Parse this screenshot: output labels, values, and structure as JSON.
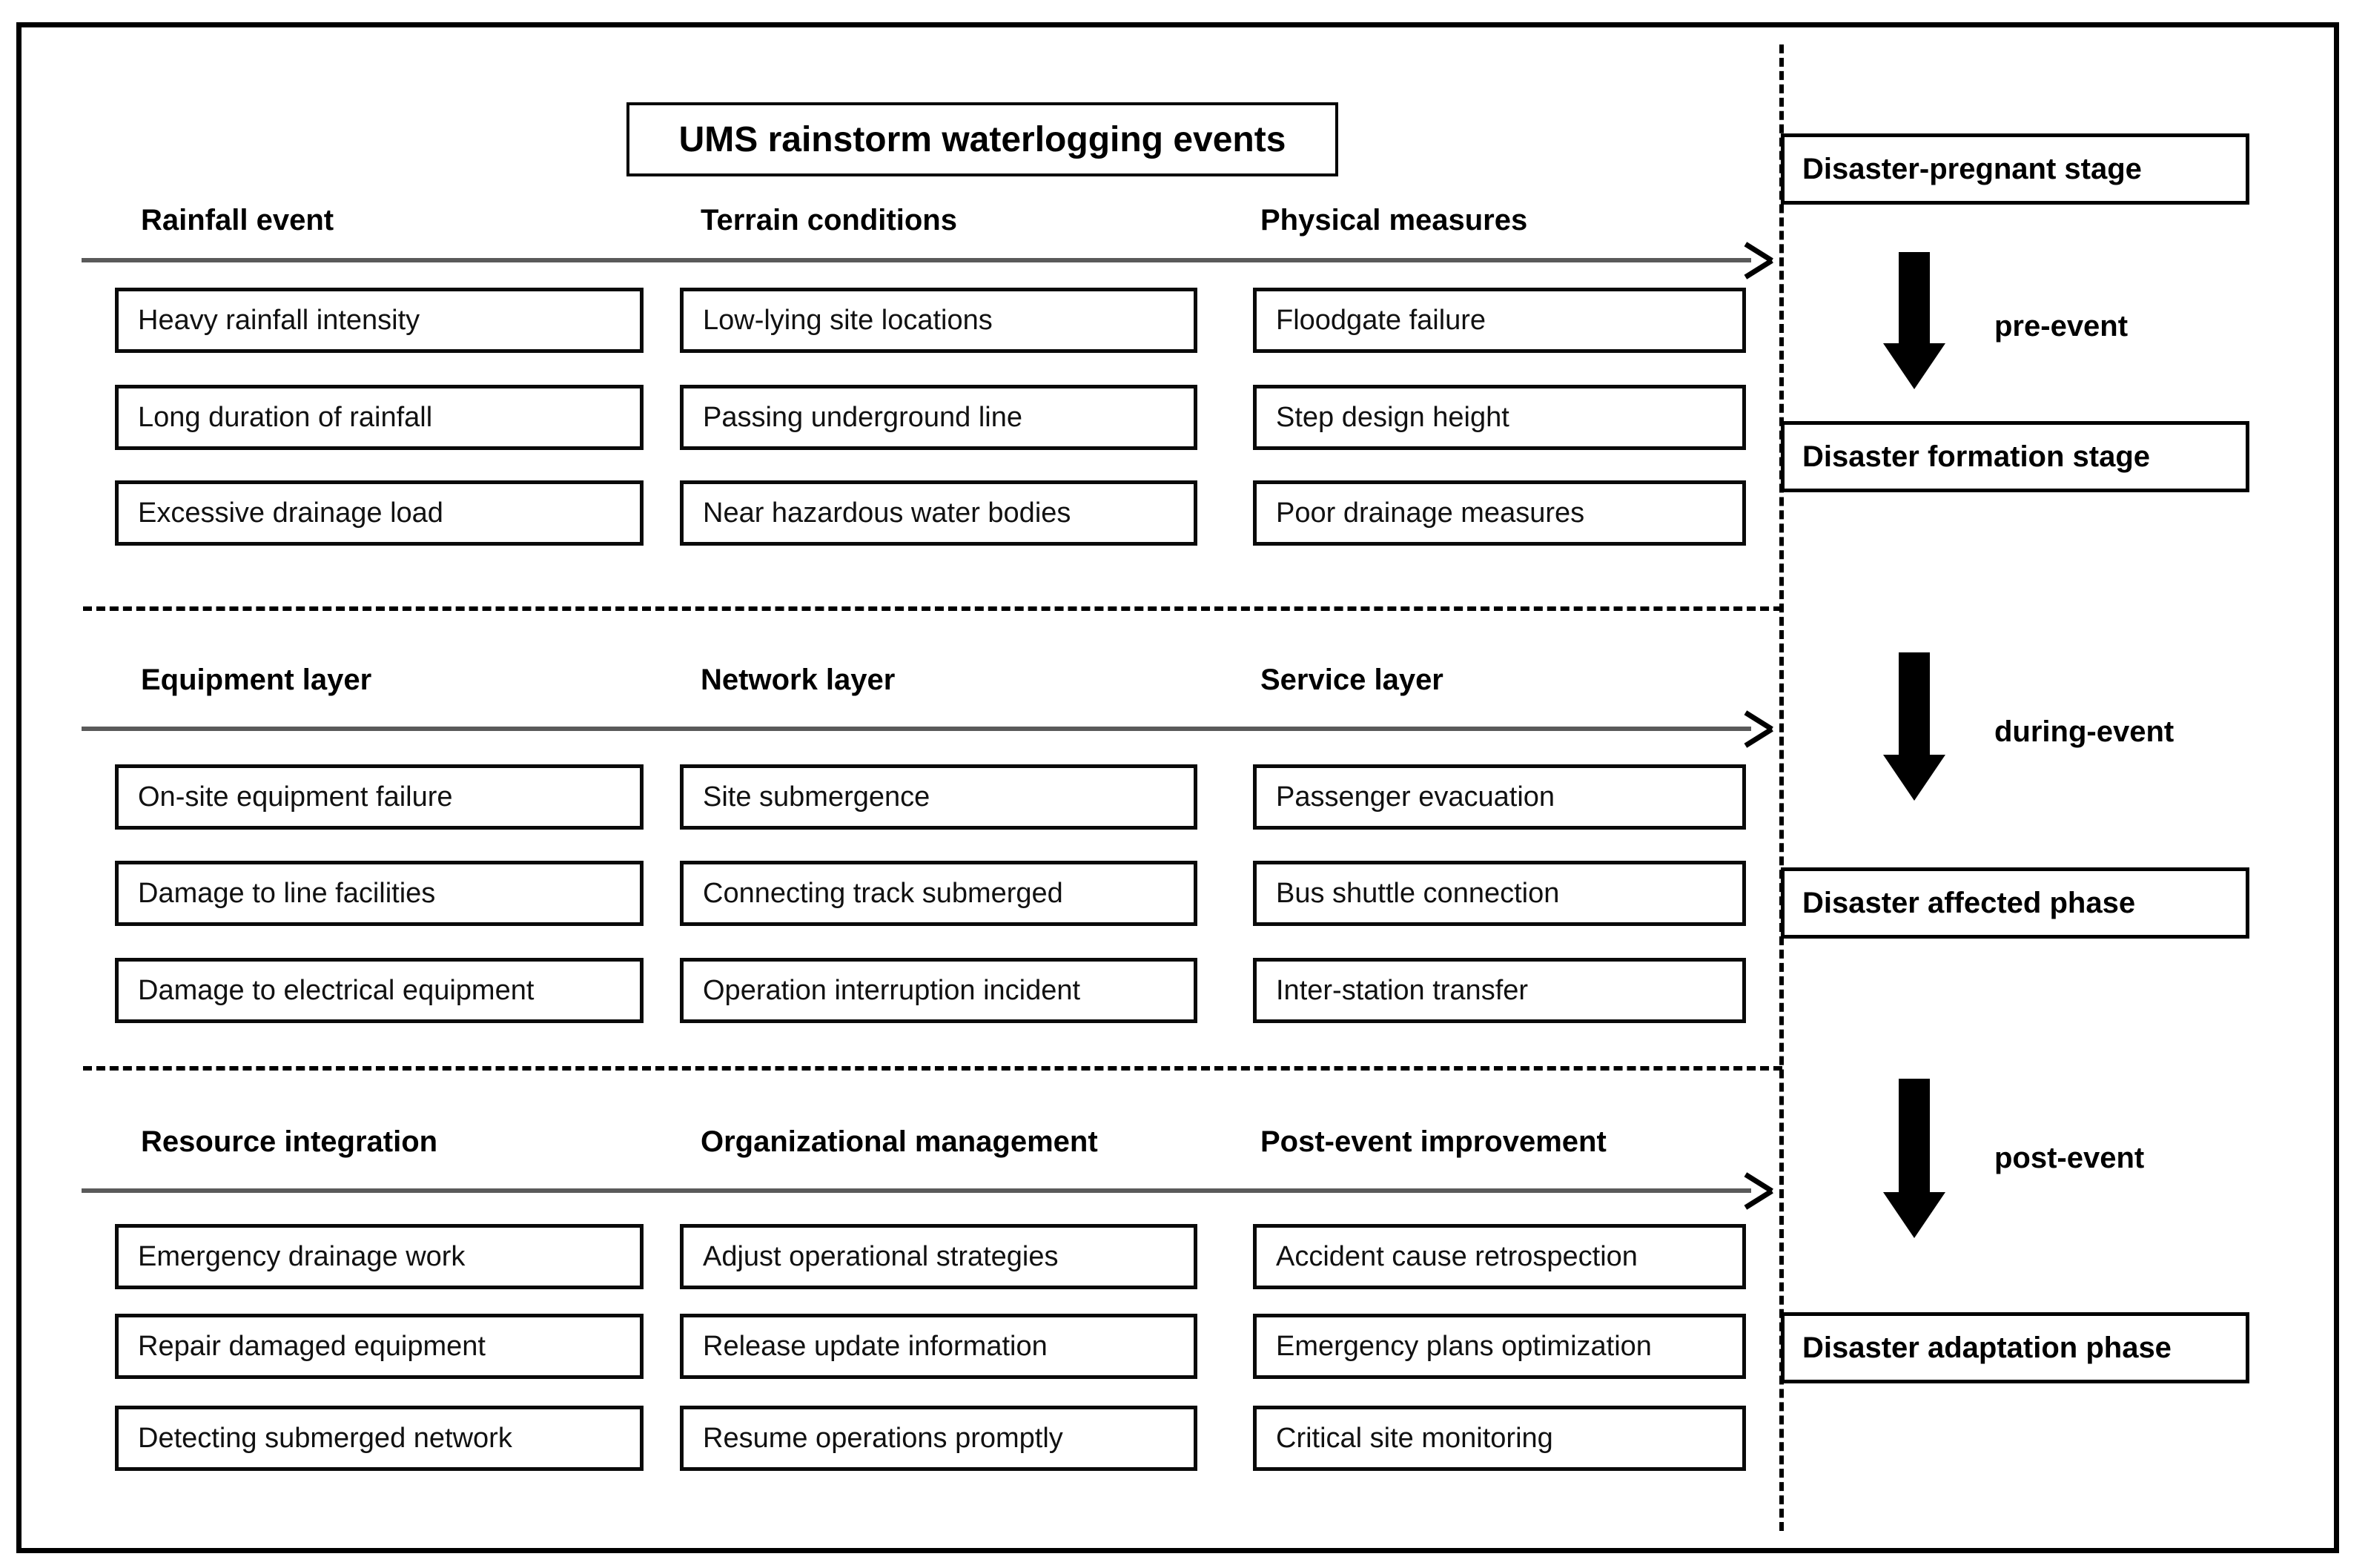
{
  "diagram": {
    "title": "UMS rainstorm waterlogging events",
    "sections": [
      {
        "id": "pre-event",
        "columns": [
          {
            "header": "Rainfall event",
            "items": [
              "Heavy rainfall intensity",
              "Long duration of rainfall",
              "Excessive drainage load"
            ]
          },
          {
            "header": "Terrain conditions",
            "items": [
              "Low-lying site locations",
              "Passing underground line",
              "Near hazardous water bodies"
            ]
          },
          {
            "header": "Physical measures",
            "items": [
              "Floodgate failure",
              "Step design height",
              "Poor drainage measures"
            ]
          }
        ]
      },
      {
        "id": "during-event",
        "columns": [
          {
            "header": "Equipment layer",
            "items": [
              "On-site equipment failure",
              "Damage to line facilities",
              "Damage to electrical equipment"
            ]
          },
          {
            "header": "Network layer",
            "items": [
              "Site submergence",
              "Connecting track submerged",
              "Operation interruption incident"
            ]
          },
          {
            "header": "Service layer",
            "items": [
              "Passenger evacuation",
              "Bus shuttle connection",
              "Inter-station transfer"
            ]
          }
        ]
      },
      {
        "id": "post-event",
        "columns": [
          {
            "header": "Resource integration",
            "items": [
              "Emergency drainage work",
              "Repair damaged equipment",
              "Detecting submerged network"
            ]
          },
          {
            "header": "Organizational management",
            "items": [
              "Adjust operational strategies",
              "Release update information",
              "Resume operations promptly"
            ]
          },
          {
            "header": "Post-event improvement",
            "items": [
              "Accident cause retrospection",
              "Emergency plans optimization",
              "Critical site monitoring"
            ]
          }
        ]
      }
    ],
    "timeline": {
      "stages": [
        "Disaster-pregnant stage",
        "Disaster formation stage",
        "Disaster affected phase",
        "Disaster adaptation phase"
      ],
      "phase_labels": [
        "pre-event",
        "during-event",
        "post-event"
      ]
    },
    "colors": {
      "frame": "#000000",
      "box_border": "#0a0a0a",
      "arrow_shaft": "#5a5a5a",
      "text": "#111111",
      "background": "#ffffff"
    }
  }
}
